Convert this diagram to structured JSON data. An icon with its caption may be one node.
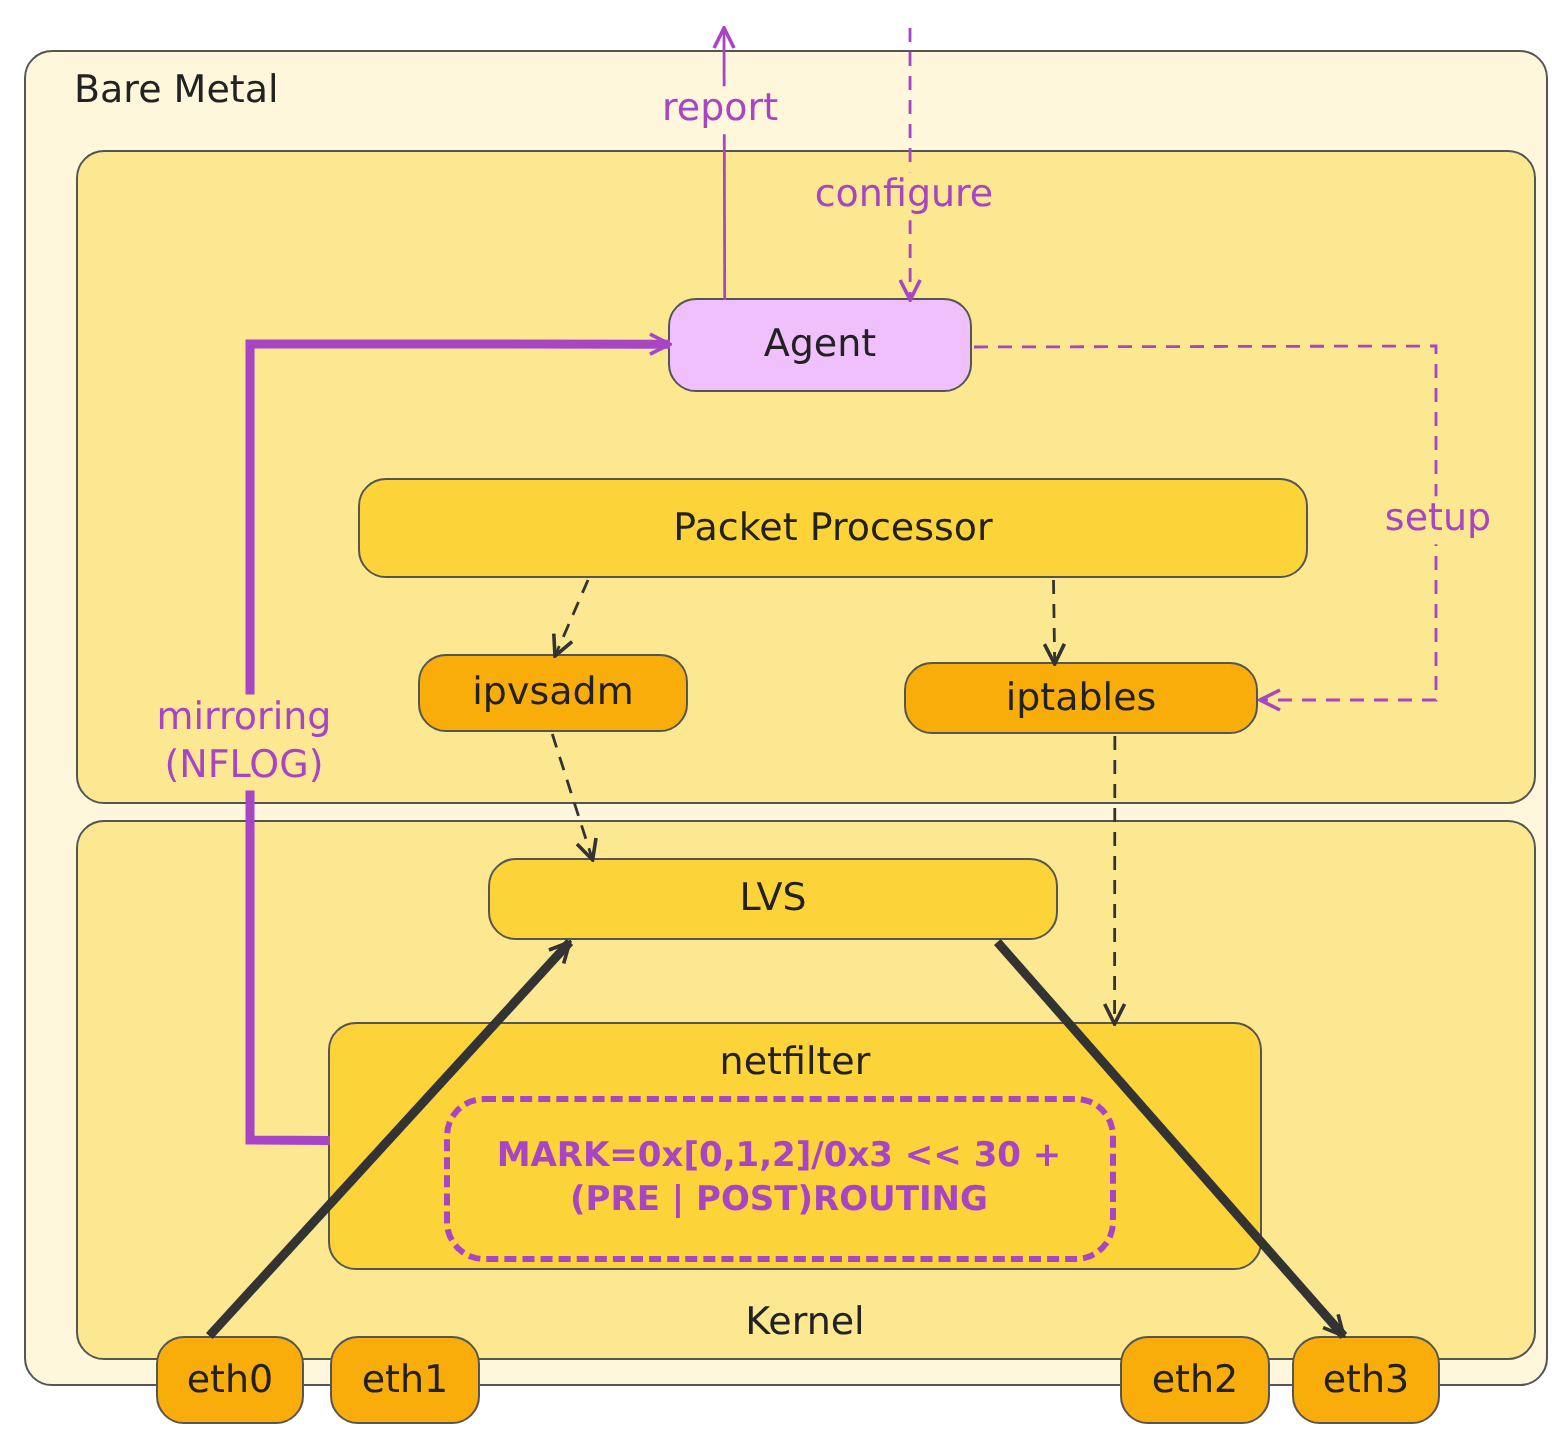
{
  "diagram": {
    "nodes": [
      {
        "text": [
          "Bare Metal"
        ]
      },
      {
        "text": [],
        "shape": "box",
        "in": 0
      },
      {
        "text": [
          "Kernel"
        ],
        "in": 0
      },
      {
        "text": [
          "Agent"
        ],
        "in": 1
      },
      {
        "text": [
          "Packet Processor"
        ],
        "in": 1
      },
      {
        "text": [
          "ipvsadm"
        ],
        "in": 1
      },
      {
        "text": [
          "iptables"
        ],
        "in": 1
      },
      {
        "text": [
          "LVS"
        ],
        "in": 2
      },
      {
        "text": [
          "netfilter"
        ],
        "in": 2
      },
      {
        "text": [
          "MARK=0x[0,1,2]/0x3 << 30 + (PRE | POST)ROUTING"
        ],
        "in": 8
      },
      {
        "text": [
          "eth0"
        ]
      },
      {
        "text": [
          "eth1"
        ]
      },
      {
        "text": [
          "eth2"
        ]
      },
      {
        "text": [
          "eth3"
        ]
      }
    ],
    "edges": [
      {
        "from": 3,
        "to": null,
        "arrow": "to",
        "label": "report",
        "color": "#a845c4"
      },
      {
        "from": null,
        "to": 3,
        "arrow": "to",
        "label": "configure",
        "style": "dashed",
        "color": "#a845c4"
      },
      {
        "from": 3,
        "to": 6,
        "arrow": "to",
        "label": "setup",
        "style": "dashed",
        "color": "#a845c4"
      },
      {
        "from": 8,
        "to": 3,
        "arrow": "to",
        "label": "mirroring (NFLOG)",
        "style": "thick",
        "color": "#a845c4"
      },
      {
        "from": 4,
        "to": 5,
        "arrow": "to",
        "style": "dashed"
      },
      {
        "from": 4,
        "to": 6,
        "arrow": "to",
        "style": "dashed"
      },
      {
        "from": 5,
        "to": 7,
        "arrow": "to",
        "style": "dashed"
      },
      {
        "from": 6,
        "to": 8,
        "arrow": "to",
        "style": "dashed"
      },
      {
        "from": 10,
        "to": 7,
        "arrow": "to",
        "style": "thick"
      },
      {
        "from": 7,
        "to": 13,
        "arrow": "to",
        "style": "thick"
      }
    ]
  }
}
